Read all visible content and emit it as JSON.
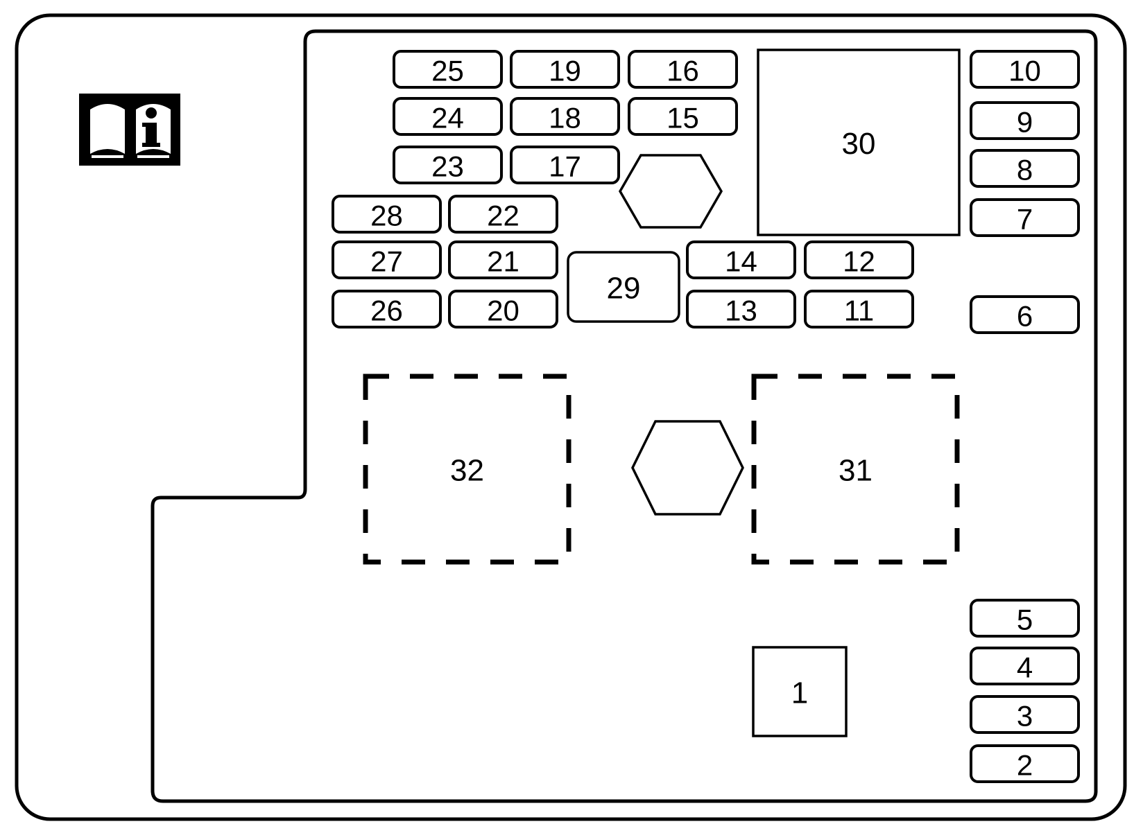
{
  "colors": {
    "stroke": "#000000",
    "background": "#ffffff"
  },
  "icons": {
    "manual": "owner-manual-info-icon"
  },
  "fuses": [
    {
      "id": "fuse-25",
      "label": "25"
    },
    {
      "id": "fuse-19",
      "label": "19"
    },
    {
      "id": "fuse-16",
      "label": "16"
    },
    {
      "id": "fuse-24",
      "label": "24"
    },
    {
      "id": "fuse-18",
      "label": "18"
    },
    {
      "id": "fuse-15",
      "label": "15"
    },
    {
      "id": "fuse-23",
      "label": "23"
    },
    {
      "id": "fuse-17",
      "label": "17"
    },
    {
      "id": "fuse-28",
      "label": "28"
    },
    {
      "id": "fuse-22",
      "label": "22"
    },
    {
      "id": "fuse-27",
      "label": "27"
    },
    {
      "id": "fuse-21",
      "label": "21"
    },
    {
      "id": "fuse-26",
      "label": "26"
    },
    {
      "id": "fuse-20",
      "label": "20"
    },
    {
      "id": "fuse-14",
      "label": "14"
    },
    {
      "id": "fuse-12",
      "label": "12"
    },
    {
      "id": "fuse-13",
      "label": "13"
    },
    {
      "id": "fuse-11",
      "label": "11"
    },
    {
      "id": "fuse-10",
      "label": "10"
    },
    {
      "id": "fuse-9",
      "label": "9"
    },
    {
      "id": "fuse-8",
      "label": "8"
    },
    {
      "id": "fuse-7",
      "label": "7"
    },
    {
      "id": "fuse-6",
      "label": "6"
    },
    {
      "id": "fuse-5",
      "label": "5"
    },
    {
      "id": "fuse-4",
      "label": "4"
    },
    {
      "id": "fuse-3",
      "label": "3"
    },
    {
      "id": "fuse-2",
      "label": "2"
    }
  ],
  "blocks": [
    {
      "id": "relay-29",
      "label": "29"
    },
    {
      "id": "relay-30",
      "label": "30"
    },
    {
      "id": "relay-1",
      "label": "1"
    }
  ],
  "dashed_blocks": [
    {
      "id": "relay-32",
      "label": "32"
    },
    {
      "id": "relay-31",
      "label": "31"
    }
  ]
}
